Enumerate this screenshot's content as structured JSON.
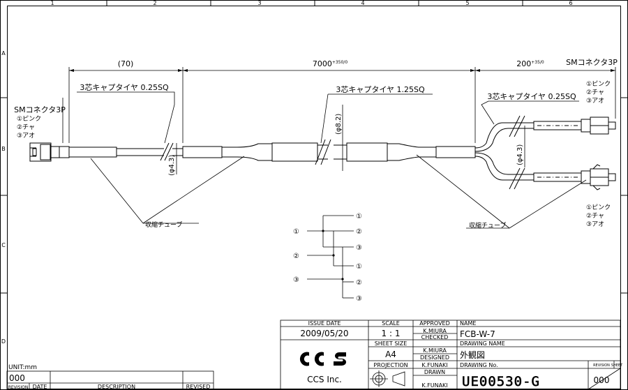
{
  "border": {
    "columns": [
      "1",
      "2",
      "3",
      "4",
      "5",
      "6"
    ],
    "rows": [
      "A",
      "B",
      "C",
      "D"
    ]
  },
  "dimensions": {
    "left": "(70)",
    "center": "7000",
    "center_tol": "+350/0",
    "right": "200",
    "right_tol": "+35/0",
    "dia_center": "(φ8.2)",
    "dia_left": "(φ4.3)",
    "dia_right": "(φ4.3)"
  },
  "labels": {
    "cable_left": "3芯キャプタイヤ 0.25SQ",
    "cable_center": "3芯キャプタイヤ 1.25SQ",
    "cable_right": "3芯キャプタイヤ 0.25SQ",
    "connector_left": "SMコネクタ3P",
    "connector_right": "SMコネクタ3P",
    "pins_left": [
      "①ピンク",
      "②チャ",
      "③アオ"
    ],
    "pins_right_top": [
      "①ピンク",
      "②チャ",
      "③アオ"
    ],
    "pins_right_bottom": [
      "①ピンク",
      "②チャ",
      "③アオ"
    ],
    "tube_left": "収縮チューブ",
    "tube_right": "収縮チューブ"
  },
  "wiring": {
    "inputs": [
      "①",
      "②",
      "③"
    ],
    "outputs": [
      "①",
      "②",
      "③",
      "①",
      "②",
      "③"
    ]
  },
  "title_block": {
    "issue_date_label": "ISSUE DATE",
    "issue_date": "2009/05/20",
    "scale_label": "SCALE",
    "scale": "1 : 1",
    "sheet_size_label": "SHEET SIZE",
    "sheet_size": "A4",
    "projection_label": "PROJECTION",
    "approved_label": "APPROVED",
    "approved": "K.MIURA",
    "checked_label": "CHECKED",
    "checked": "K.MIURA",
    "designed_label": "DESIGNED",
    "designed": "K.FUNAKI",
    "drawn_label": "DRAWN",
    "drawn": "K.FUNAKI",
    "name_label": "NAME",
    "name": "FCB-W-7",
    "drawing_name_label": "DRAWING NAME",
    "drawing_name": "外観図",
    "drawing_no_label": "DRAWING No.",
    "drawing_no": "UE00530-G",
    "revision_label": "REVISION",
    "sheet_label": "SHEET",
    "revision": "000",
    "company": "CCS Inc."
  },
  "revision_block": {
    "unit": "UNIT:mm",
    "revision": "000",
    "col_revision": "REVISION",
    "col_date": "DATE",
    "col_description": "DESCRIPTION",
    "col_revised": "REVISED"
  }
}
